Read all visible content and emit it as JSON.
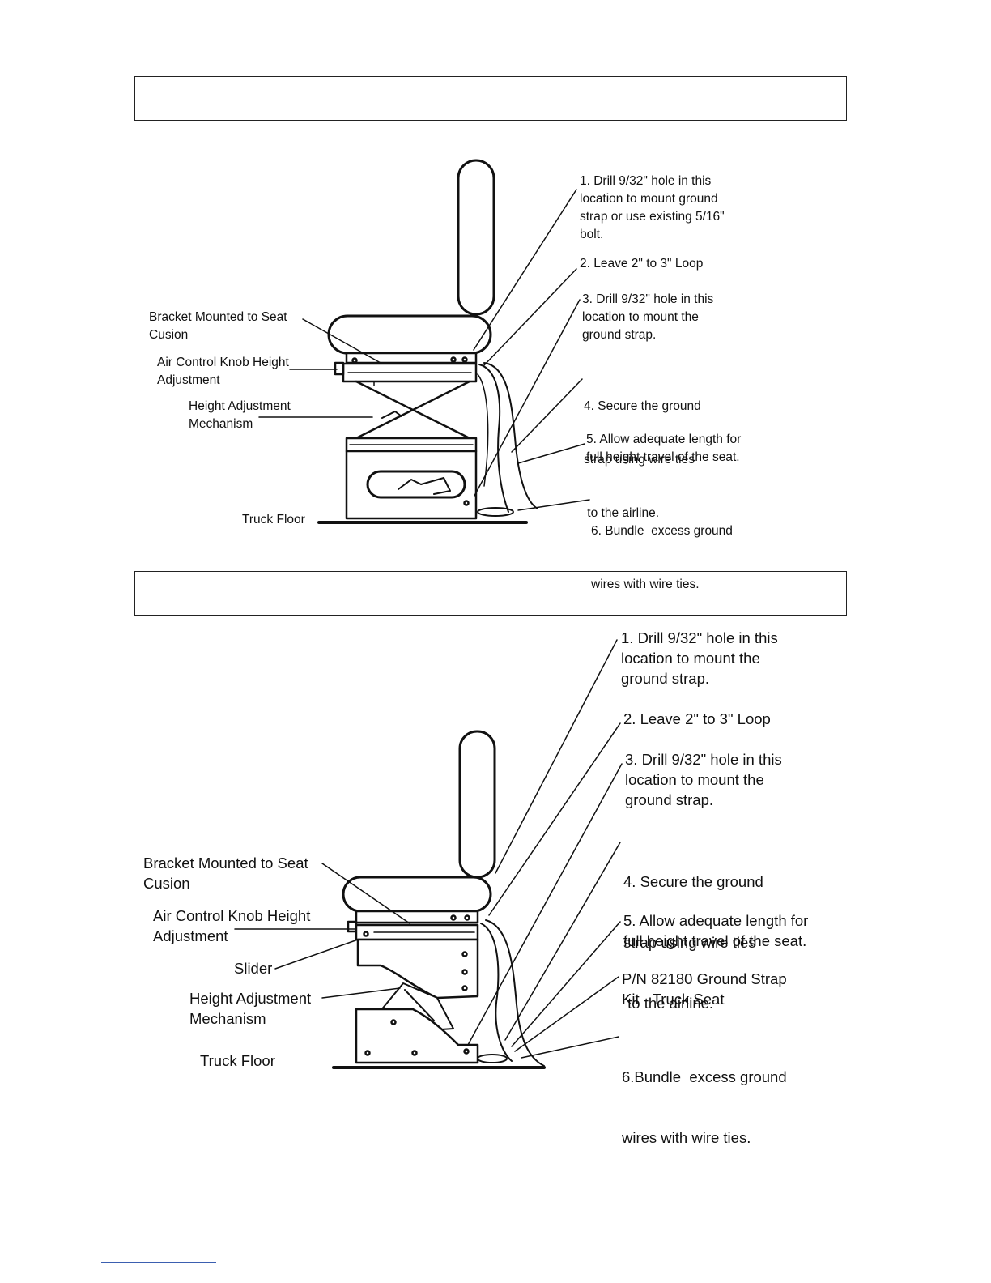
{
  "diagram1": {
    "callouts": [
      {
        "lines": [
          "1. Drill 9/32\" hole in this",
          "location to mount ground",
          "strap or use existing 5/16\"",
          "bolt."
        ]
      },
      {
        "lines": [
          "2. Leave 2\" to 3\" Loop"
        ]
      },
      {
        "lines": [
          "3. Drill 9/32\" hole in this",
          "location to mount the",
          "ground strap."
        ]
      },
      {
        "lines": [
          "4. Secure the ground",
          "strap using wire ties",
          " to the airline."
        ]
      },
      {
        "lines": [
          "5. Allow adequate length for",
          "full height travel of the seat."
        ]
      },
      {
        "lines": [
          "6. Bundle  excess ground",
          "wires with wire ties."
        ]
      }
    ],
    "parts": [
      {
        "lines": [
          "Bracket Mounted to Seat",
          "Cusion"
        ]
      },
      {
        "lines": [
          "Air Control Knob Height",
          "Adjustment"
        ]
      },
      {
        "lines": [
          "Height Adjustment",
          "Mechanism"
        ]
      },
      {
        "lines": [
          "Truck Floor"
        ]
      }
    ]
  },
  "diagram2": {
    "callouts": [
      {
        "lines": [
          "1. Drill 9/32\" hole in this",
          "location to mount the",
          "ground strap."
        ]
      },
      {
        "lines": [
          "2. Leave 2\" to 3\" Loop"
        ]
      },
      {
        "lines": [
          "3. Drill 9/32\" hole in this",
          "location to mount the",
          "ground strap."
        ]
      },
      {
        "lines": [
          "4. Secure the ground",
          "strap using wire ties",
          " to the airline."
        ]
      },
      {
        "lines": [
          "5. Allow adequate length for",
          "full height travel of the seat."
        ]
      },
      {
        "lines": [
          "P/N 82180 Ground Strap",
          "Kit - Truck Seat"
        ]
      },
      {
        "lines": [
          "6.Bundle  excess ground",
          "wires with wire ties."
        ]
      }
    ],
    "parts": [
      {
        "lines": [
          "Bracket Mounted to Seat",
          "Cusion"
        ]
      },
      {
        "lines": [
          "Air Control Knob Height",
          "Adjustment"
        ]
      },
      {
        "lines": [
          "Slider"
        ]
      },
      {
        "lines": [
          "Height Adjustment",
          "Mechanism"
        ]
      },
      {
        "lines": [
          "Truck Floor"
        ]
      }
    ]
  }
}
